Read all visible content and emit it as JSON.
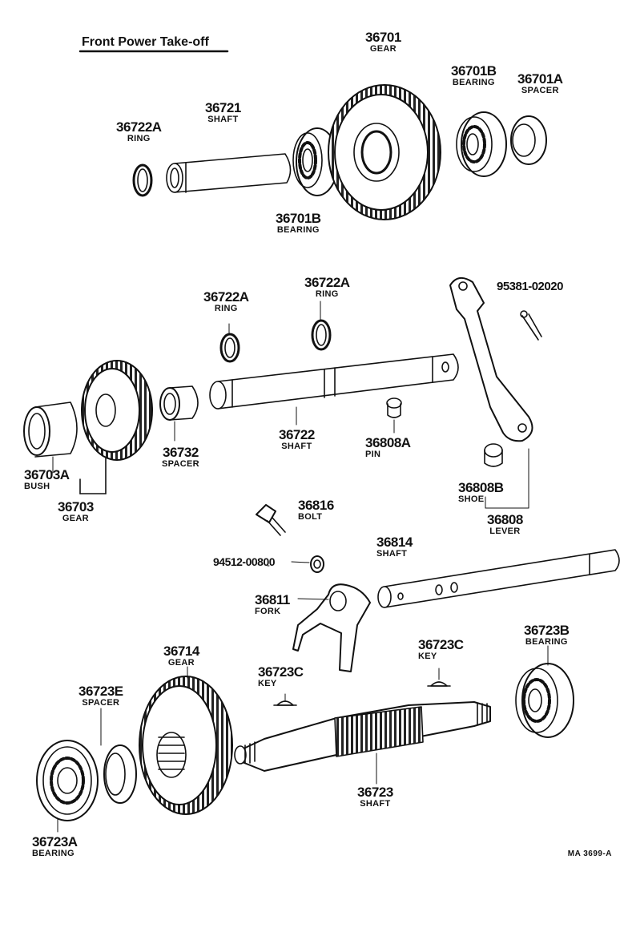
{
  "title": "Front Power Take-off",
  "figure_code": "MA 3699-A",
  "callouts": [
    {
      "id": "c1",
      "number": "36701",
      "name": "GEAR"
    },
    {
      "id": "c2",
      "number": "36701B",
      "name": "BEARING"
    },
    {
      "id": "c3",
      "number": "36701A",
      "name": "SPACER"
    },
    {
      "id": "c4",
      "number": "36721",
      "name": "SHAFT"
    },
    {
      "id": "c5",
      "number": "36722A",
      "name": "RING"
    },
    {
      "id": "c6",
      "number": "36701B",
      "name": "BEARING"
    },
    {
      "id": "c7",
      "number": "36722A",
      "name": "RING"
    },
    {
      "id": "c8",
      "number": "36722A",
      "name": "RING"
    },
    {
      "id": "c9",
      "number": "95381-02020",
      "name": ""
    },
    {
      "id": "c10",
      "number": "36732",
      "name": "SPACER"
    },
    {
      "id": "c11",
      "number": "36722",
      "name": "SHAFT"
    },
    {
      "id": "c12",
      "number": "36808A",
      "name": "PIN"
    },
    {
      "id": "c13",
      "number": "36703A",
      "name": "BUSH"
    },
    {
      "id": "c14",
      "number": "36703",
      "name": "GEAR"
    },
    {
      "id": "c15",
      "number": "36808B",
      "name": "SHOE"
    },
    {
      "id": "c16",
      "number": "36808",
      "name": "LEVER"
    },
    {
      "id": "c17",
      "number": "36816",
      "name": "BOLT"
    },
    {
      "id": "c18",
      "number": "36814",
      "name": "SHAFT"
    },
    {
      "id": "c19",
      "number": "94512-00800",
      "name": ""
    },
    {
      "id": "c20",
      "number": "36811",
      "name": "FORK"
    },
    {
      "id": "c21",
      "number": "36714",
      "name": "GEAR"
    },
    {
      "id": "c22",
      "number": "36723C",
      "name": "KEY"
    },
    {
      "id": "c23",
      "number": "36723B",
      "name": "BEARING"
    },
    {
      "id": "c24",
      "number": "36723E",
      "name": "SPACER"
    },
    {
      "id": "c25",
      "number": "36723C",
      "name": "KEY"
    },
    {
      "id": "c26",
      "number": "36723",
      "name": "SHAFT"
    },
    {
      "id": "c27",
      "number": "36723A",
      "name": "BEARING"
    }
  ]
}
